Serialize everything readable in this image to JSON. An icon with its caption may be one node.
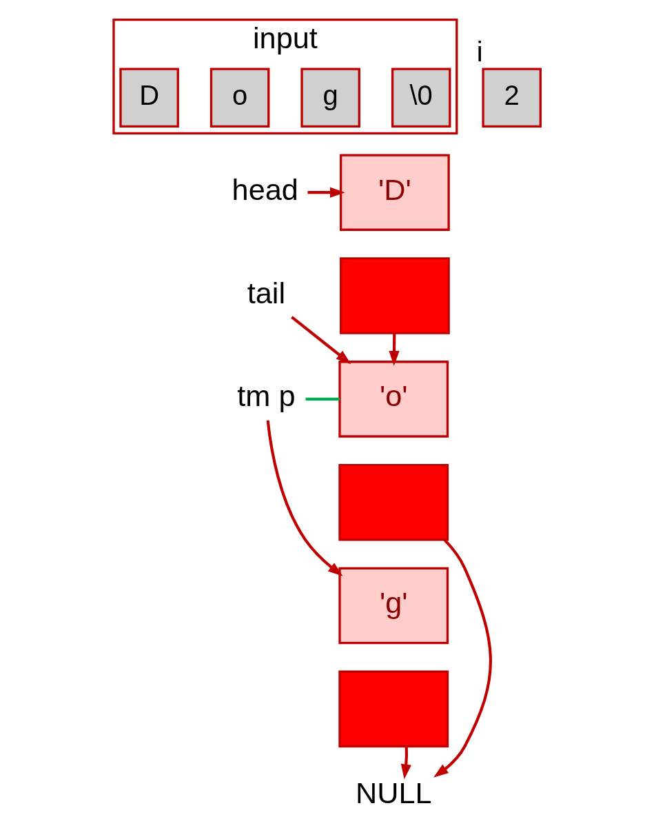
{
  "diagram": {
    "nodes": [
      {
        "text": [
          "input"
        ]
      },
      {
        "text": [
          "D"
        ],
        "in": 0
      },
      {
        "text": [
          "o"
        ],
        "in": 0
      },
      {
        "text": [
          "g"
        ],
        "in": 0
      },
      {
        "text": [
          "\\0"
        ],
        "in": 0
      },
      {
        "text": [
          "i",
          "2"
        ]
      },
      {
        "text": [
          "head"
        ]
      },
      {
        "text": [
          "tail"
        ]
      },
      {
        "text": [
          "tm p"
        ]
      },
      {
        "text": [
          "'D'"
        ]
      },
      {
        "text": [],
        "shape": "box"
      },
      {
        "text": [
          "'o'"
        ]
      },
      {
        "text": [],
        "shape": "box"
      },
      {
        "text": [
          "'g'"
        ]
      },
      {
        "text": [],
        "shape": "box"
      },
      {
        "text": [
          "NULL"
        ]
      }
    ],
    "edges": [
      {
        "from": 6,
        "to": 9,
        "arrow": "to"
      },
      {
        "from": 10,
        "to": 11,
        "arrow": "to"
      },
      {
        "from": 7,
        "to": 11,
        "arrow": "to"
      },
      {
        "from": 8,
        "to": 11,
        "arrow": "none",
        "color": "#00b050"
      },
      {
        "from": 8,
        "to": 13,
        "arrow": "to"
      },
      {
        "from": 12,
        "to": 15,
        "arrow": "to"
      },
      {
        "from": 14,
        "to": 15,
        "arrow": "to"
      }
    ]
  }
}
